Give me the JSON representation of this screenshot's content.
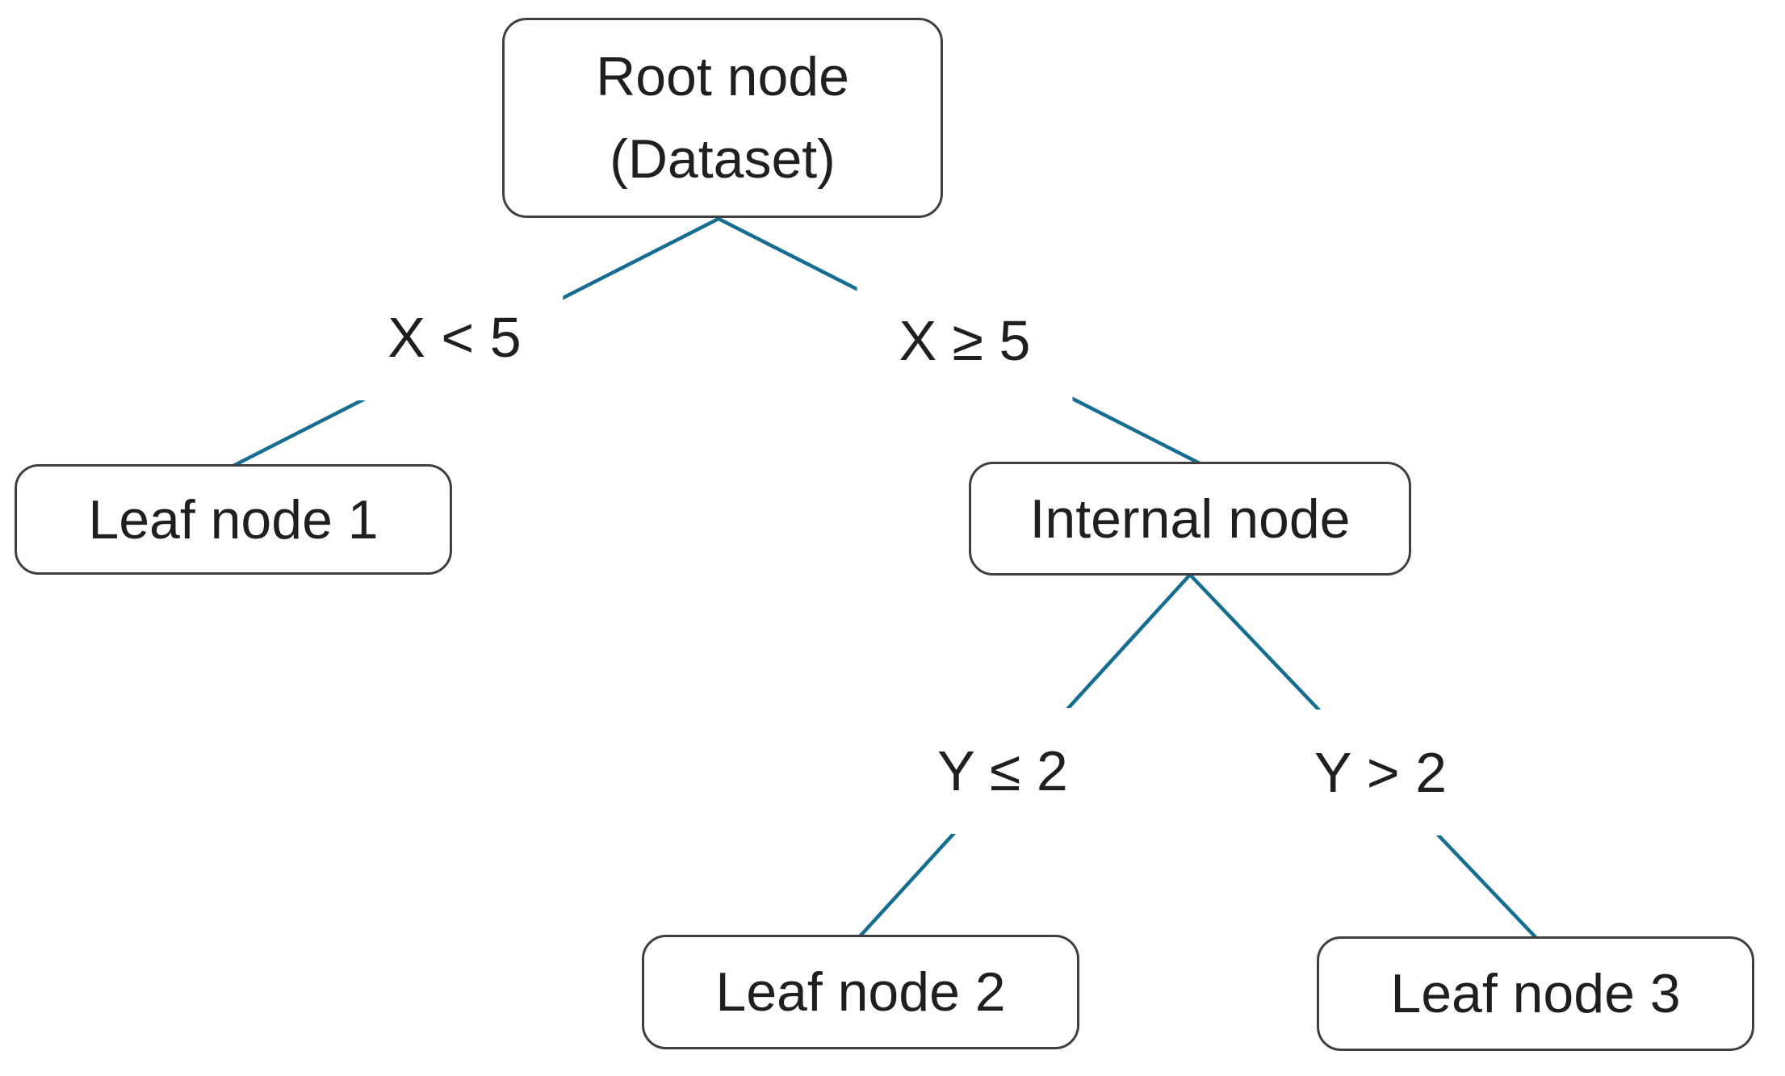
{
  "diagram": {
    "type": "decision-tree",
    "nodes": [
      {
        "id": "root",
        "label_lines": [
          "Root node",
          "(Dataset)"
        ]
      },
      {
        "id": "leaf1",
        "label": "Leaf node 1"
      },
      {
        "id": "internal",
        "label": "Internal node"
      },
      {
        "id": "leaf2",
        "label": "Leaf node 2"
      },
      {
        "id": "leaf3",
        "label": "Leaf node 3"
      }
    ],
    "edges": [
      {
        "from": "root",
        "to": "leaf1",
        "label": "X < 5"
      },
      {
        "from": "root",
        "to": "internal",
        "label": "X ≥ 5"
      },
      {
        "from": "internal",
        "to": "leaf2",
        "label": "Y ≤ 2"
      },
      {
        "from": "internal",
        "to": "leaf3",
        "label": "Y > 2"
      }
    ]
  },
  "colors": {
    "edge": "#156e91",
    "node_border": "#3f3f3f",
    "text": "#1f1f1f",
    "background": "#ffffff"
  }
}
